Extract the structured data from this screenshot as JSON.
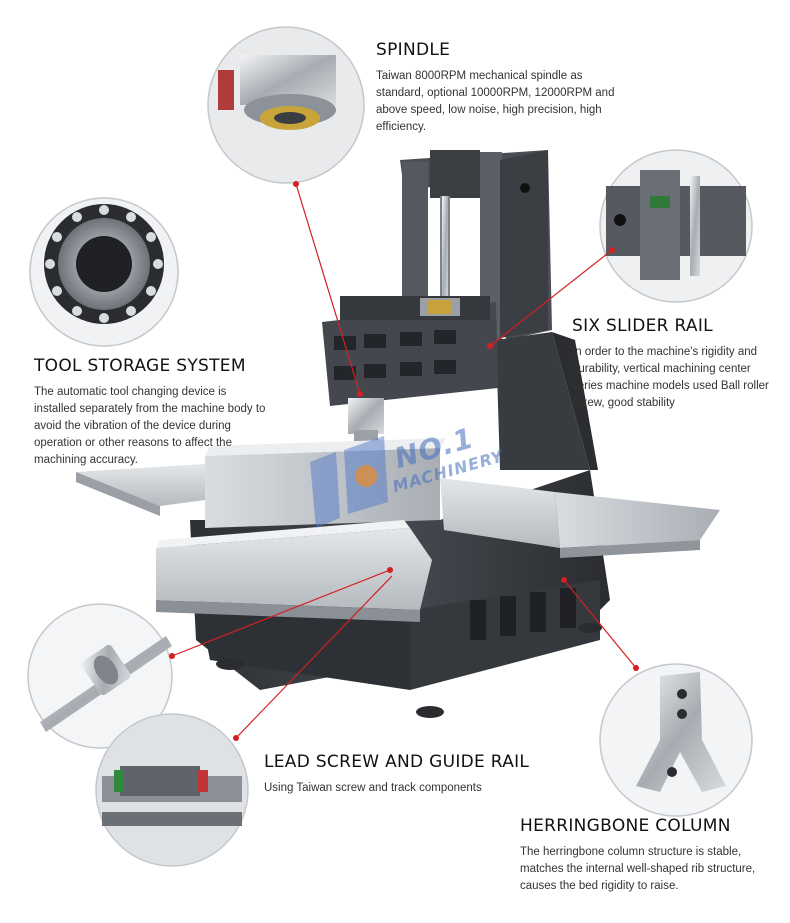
{
  "callouts": {
    "spindle": {
      "title": "SPINDLE",
      "body": "Taiwan 8000RPM mechanical spindle as standard, optional 10000RPM, 12000RPM and above speed, low noise, high precision, high efficiency."
    },
    "tool_storage": {
      "title": "TOOL STORAGE SYSTEM",
      "body": "The automatic tool changing device is installed separately from the machine body to avoid the vibration of the device during operation or other reasons to affect the machining accuracy."
    },
    "slider_rail": {
      "title": "SIX SLIDER RAIL",
      "body": "In order to the machine's rigidity and durability, vertical machining center series machine models used Ball roller screw, good stability"
    },
    "lead_screw": {
      "title": "LEAD SCREW AND GUIDE RAIL",
      "body": "Using Taiwan screw and track components"
    },
    "herringbone": {
      "title": "HERRINGBONE COLUMN",
      "body": "The herringbone column structure is stable, matches the internal well-shaped rib structure, causes the bed rigidity to raise."
    }
  },
  "watermark": {
    "line1": "NO.1",
    "line2": "MACHINERY"
  },
  "colors": {
    "leader_line": "#d32020",
    "machine_dark": "#3a3d42",
    "machine_sheet": "#c9cdd2"
  }
}
